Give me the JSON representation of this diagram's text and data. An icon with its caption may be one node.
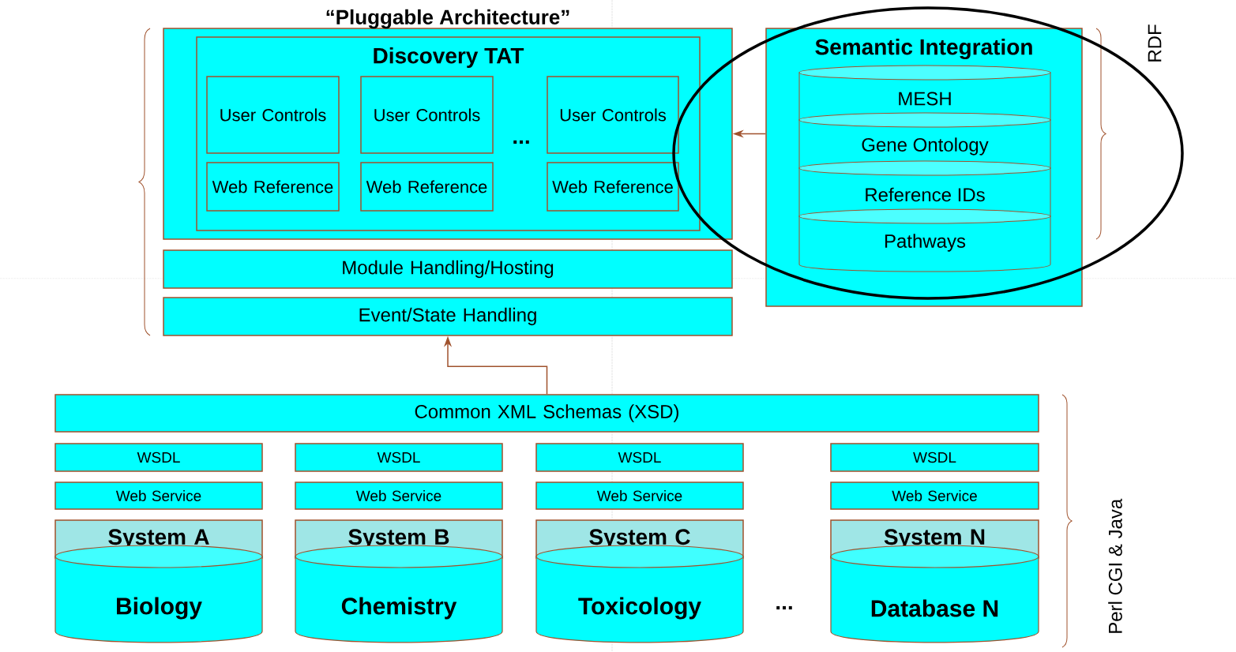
{
  "diagram": {
    "nodes": [
      {
        "text": [
          "“Pluggable Architecture”"
        ]
      },
      {
        "text": [
          "Discovery TAT"
        ],
        "in": 0
      },
      {
        "text": [
          "User Controls"
        ],
        "in": 1
      },
      {
        "text": [
          "Web Reference"
        ],
        "in": 1
      },
      {
        "text": [
          "User Controls"
        ],
        "in": 1
      },
      {
        "text": [
          "Web Reference"
        ],
        "in": 1
      },
      {
        "text": [
          "User Controls"
        ],
        "in": 1
      },
      {
        "text": [
          "Web Reference"
        ],
        "in": 1
      },
      {
        "text": [
          "Module Handling/Hosting"
        ]
      },
      {
        "text": [
          "Event/State Handling"
        ]
      },
      {
        "text": [
          "Semantic Integration"
        ]
      },
      {
        "text": [
          "MESH"
        ],
        "in": 10
      },
      {
        "text": [
          "Gene Ontology"
        ],
        "in": 10
      },
      {
        "text": [
          "Reference IDs"
        ],
        "in": 10
      },
      {
        "text": [
          "Pathways"
        ],
        "in": 10
      },
      {
        "text": [
          "Common XML Schemas (XSD)"
        ]
      },
      {
        "text": [
          "WSDL"
        ]
      },
      {
        "text": [
          "WSDL"
        ]
      },
      {
        "text": [
          "WSDL"
        ]
      },
      {
        "text": [
          "WSDL"
        ]
      },
      {
        "text": [
          "Web Service"
        ]
      },
      {
        "text": [
          "Web Service"
        ]
      },
      {
        "text": [
          "Web Service"
        ]
      },
      {
        "text": [
          "Web Service"
        ]
      },
      {
        "text": [
          "System A"
        ]
      },
      {
        "text": [
          "System B"
        ]
      },
      {
        "text": [
          "System C"
        ]
      },
      {
        "text": [
          "System N"
        ]
      },
      {
        "text": [
          "Biology"
        ]
      },
      {
        "text": [
          "Chemistry"
        ]
      },
      {
        "text": [
          "Toxicology"
        ]
      },
      {
        "text": [
          "Database N"
        ]
      }
    ],
    "edges": [
      {
        "from": 10,
        "to": 0,
        "arrow": "to"
      },
      {
        "from": 15,
        "to": 9,
        "arrow": "to"
      }
    ],
    "labels": [
      "...",
      "RDF",
      "...",
      "Perl CGI & Java"
    ]
  }
}
